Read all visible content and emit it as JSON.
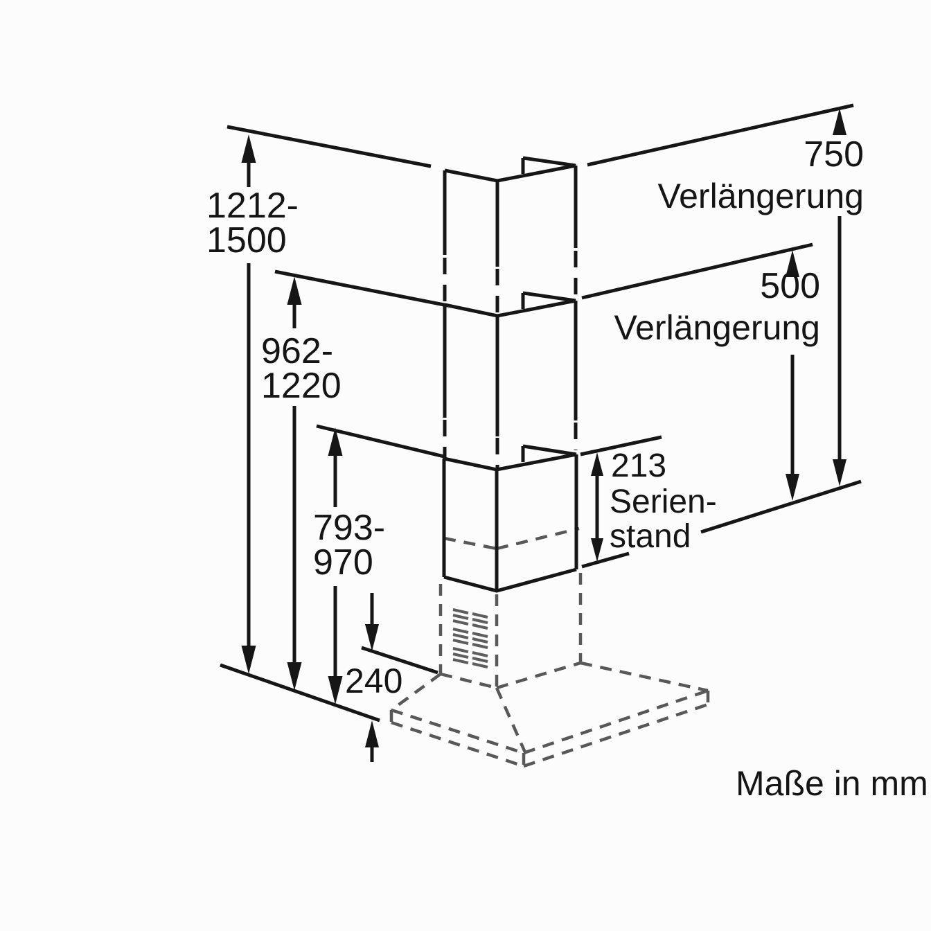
{
  "drawing": {
    "type": "dimension-diagram",
    "subject": "wall chimney hood with telescopic flue extensions",
    "footer_note": "Maße in mm"
  },
  "dimensions": {
    "total_height_with_750": {
      "line1": "1212-",
      "line2": "1500"
    },
    "total_height_with_500": {
      "line1": "962-",
      "line2": "1220"
    },
    "total_height_standard": {
      "line1": "793-",
      "line2": "970"
    },
    "canopy_height": {
      "value": "240"
    },
    "standard_flue": {
      "value": "213",
      "label_line1": "Serien-",
      "label_line2": "stand"
    },
    "extension_long": {
      "value": "750",
      "label": "Verlängerung"
    },
    "extension_short": {
      "value": "500",
      "label": "Verlängerung"
    }
  },
  "colors": {
    "solid_line": "#161616",
    "hidden_line": "#585858",
    "text": "#151515",
    "background": "#fcfcfc"
  }
}
